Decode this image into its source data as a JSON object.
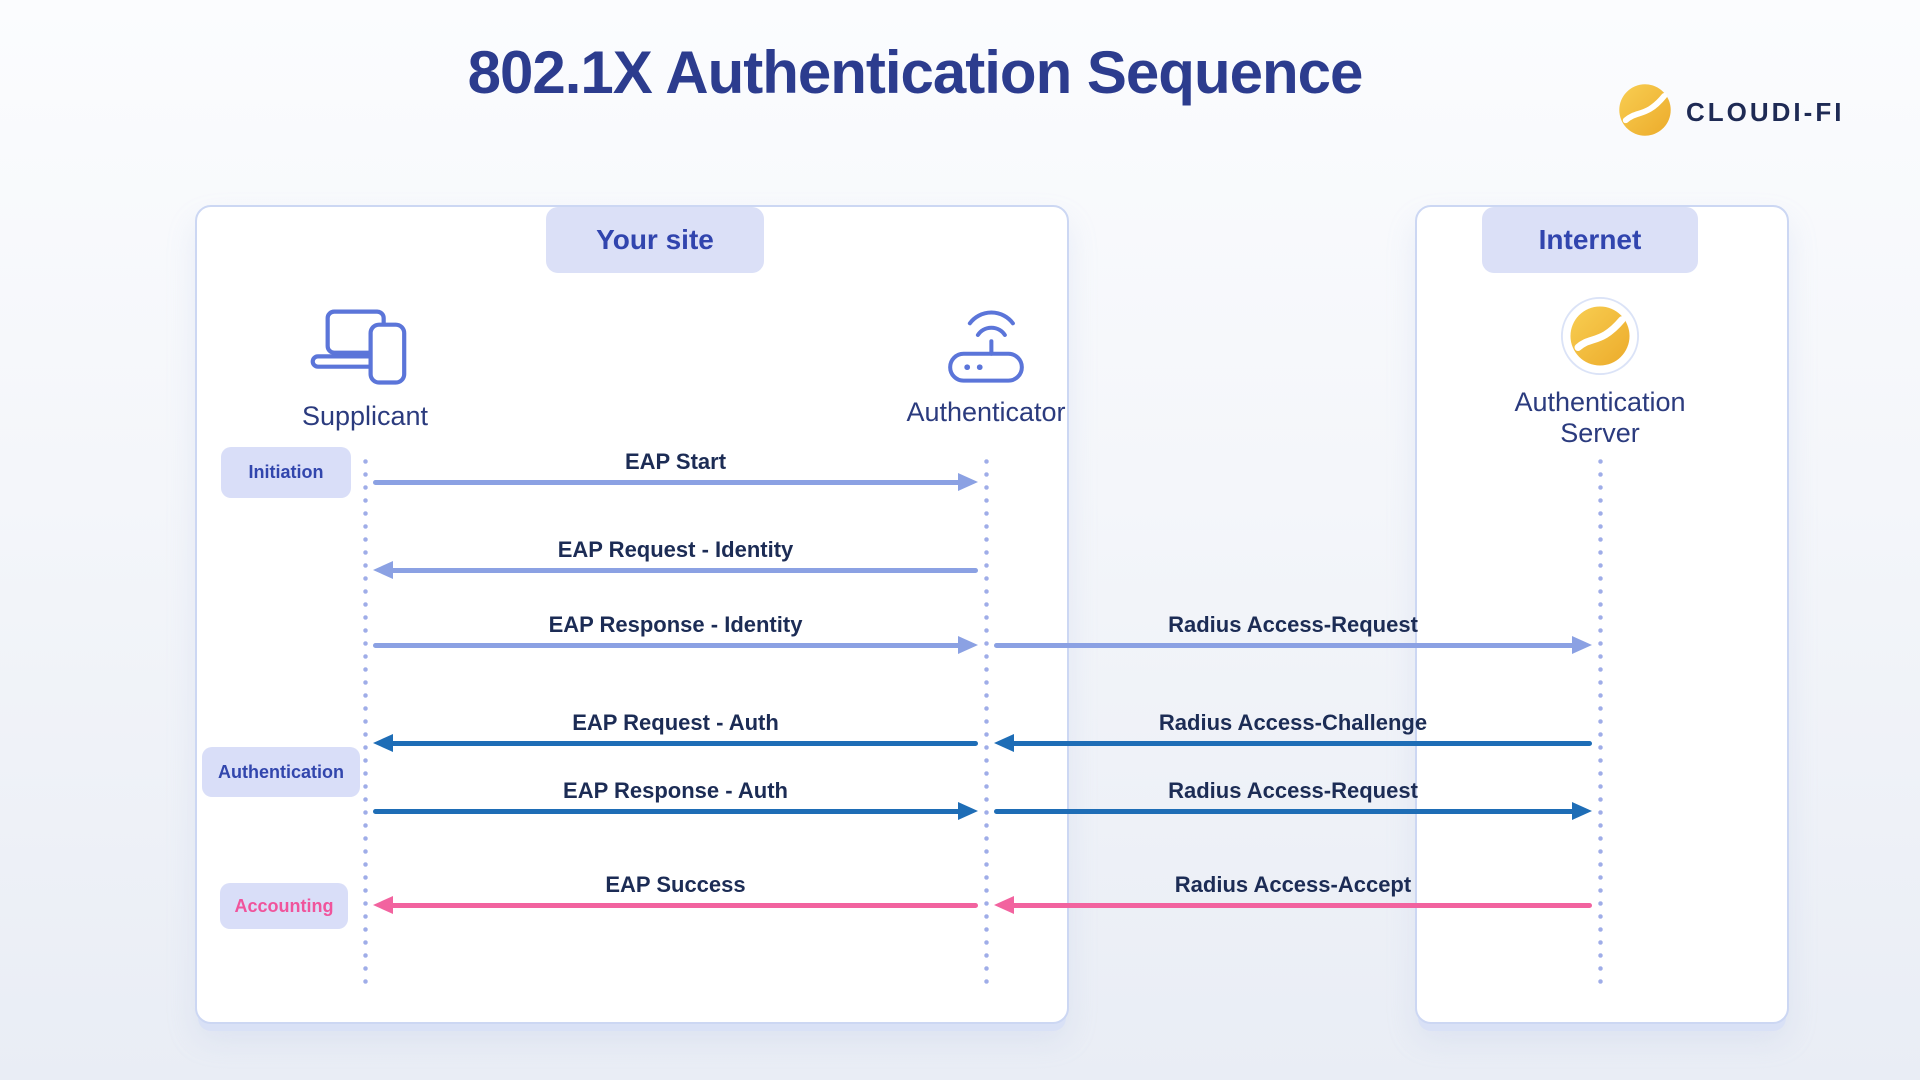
{
  "title": "802.1X Authentication Sequence",
  "brand": {
    "name": "CLOUDI-FI",
    "logo_icon": "cloudifi-swoosh-icon"
  },
  "zones": [
    {
      "id": "site",
      "label": "Your site"
    },
    {
      "id": "internet",
      "label": "Internet"
    }
  ],
  "entities": [
    {
      "id": "supplicant",
      "label": "Supplicant",
      "icon": "devices-icon",
      "zone": "site"
    },
    {
      "id": "authenticator",
      "label": "Authenticator",
      "icon": "access-point-icon",
      "zone": "site"
    },
    {
      "id": "server",
      "label": "Authentication Server",
      "icon": "cloudifi-logo-icon",
      "zone": "internet"
    }
  ],
  "phases": [
    {
      "label": "Initiation",
      "color_key": "phase_text_blue"
    },
    {
      "label": "Authentication",
      "color_key": "phase_text_blue"
    },
    {
      "label": "Accounting",
      "color_key": "phase_text_pink"
    }
  ],
  "messages": [
    {
      "label": "EAP Start",
      "from": "supplicant",
      "to": "authenticator",
      "color_key": "light"
    },
    {
      "label": "EAP Request - Identity",
      "from": "authenticator",
      "to": "supplicant",
      "color_key": "light"
    },
    {
      "label": "EAP Response - Identity",
      "from": "supplicant",
      "to": "authenticator",
      "color_key": "light"
    },
    {
      "label": "Radius Access-Request",
      "from": "authenticator",
      "to": "server",
      "color_key": "light"
    },
    {
      "label": "EAP Request - Auth",
      "from": "authenticator",
      "to": "supplicant",
      "color_key": "dark"
    },
    {
      "label": "Radius Access-Challenge",
      "from": "server",
      "to": "authenticator",
      "color_key": "dark"
    },
    {
      "label": "EAP Response - Auth",
      "from": "supplicant",
      "to": "authenticator",
      "color_key": "dark"
    },
    {
      "label": "Radius Access-Request",
      "from": "authenticator",
      "to": "server",
      "color_key": "dark"
    },
    {
      "label": "EAP Success",
      "from": "authenticator",
      "to": "supplicant",
      "color_key": "pink"
    },
    {
      "label": "Radius Access-Accept",
      "from": "server",
      "to": "authenticator",
      "color_key": "pink"
    }
  ],
  "colors": {
    "light": "#8ba1e3",
    "dark": "#1e6db6",
    "pink": "#f2639f",
    "phase_text_blue": "#3246ad",
    "phase_text_pink": "#f0549c",
    "badge_bg": "#d9def8",
    "navy": "#2c3c8e",
    "gold": "#f2b632"
  }
}
